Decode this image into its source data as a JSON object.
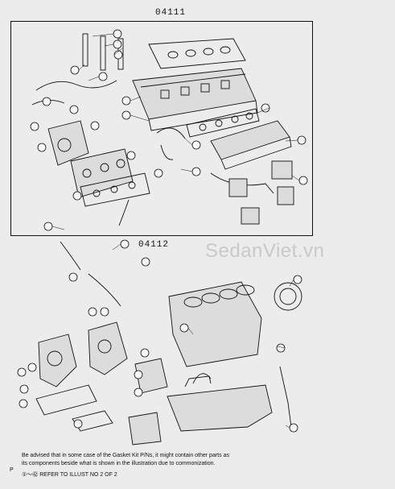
{
  "diagram": {
    "upper_group_code": "04111",
    "lower_group_code": "04112",
    "watermark": "SedanViet.vn",
    "note_line_1": "Be advised that in some case of the Gasket Kit P/Ns, it might contain other parts as",
    "note_line_2": "its components beside what is shown in the illustration due to commonization.",
    "refer_line": "①～㊷ REFER TO ILLUST NO 2 OF 2",
    "page_letter": "P"
  }
}
